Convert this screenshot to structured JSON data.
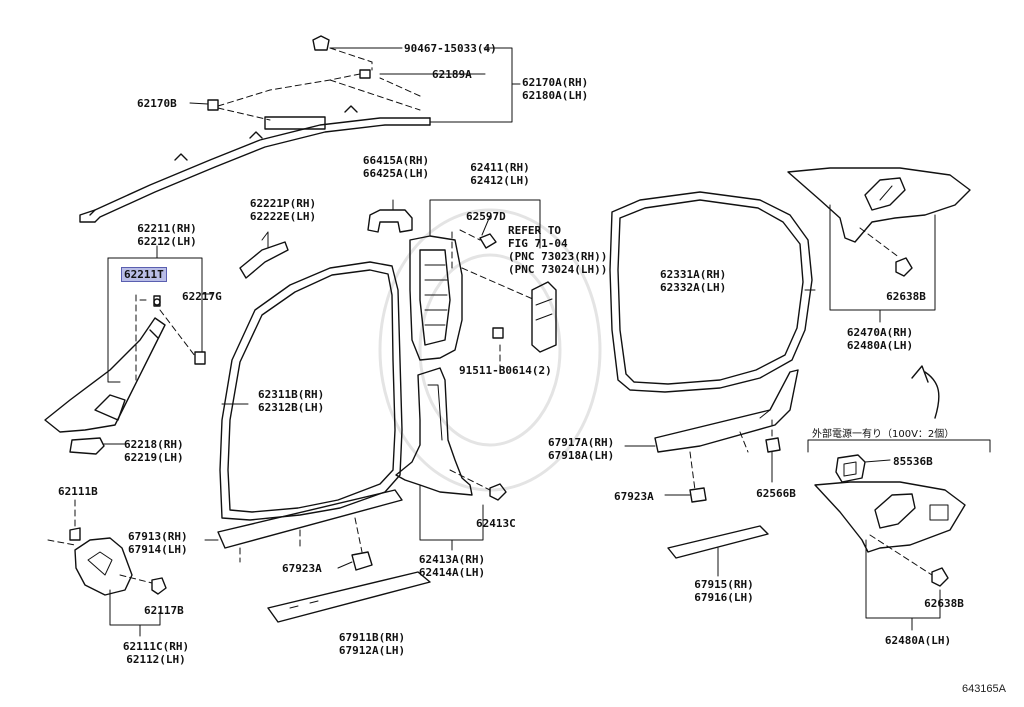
{
  "figure_id": "643165A",
  "highlight_color": "#b9bde6",
  "labels": {
    "p90467": "90467-15033(4)",
    "p62189a": "62189A",
    "p62170a": [
      "62170A(RH)",
      "62180A(LH)"
    ],
    "p62170b": "62170B",
    "p62211": [
      "62211(RH)",
      "62212(LH)"
    ],
    "p62211t": "62211T",
    "p62217g": "62217G",
    "p62218": [
      "62218(RH)",
      "62219(LH)"
    ],
    "p62221p": [
      "62221P(RH)",
      "62222E(LH)"
    ],
    "p66415a": [
      "66415A(RH)",
      "66425A(LH)"
    ],
    "p62411": [
      "62411(RH)",
      "62412(LH)"
    ],
    "p62597d": "62597D",
    "refer": [
      "REFER TO",
      "FIG 71-04",
      "(PNC 73023(RH))",
      "(PNC 73024(LH))"
    ],
    "p91511": "91511-B0614(2)",
    "p62311b": [
      "62311B(RH)",
      "62312B(LH)"
    ],
    "p62331a": [
      "62331A(RH)",
      "62332A(LH)"
    ],
    "p62638b_top": "62638B",
    "p62470a": [
      "62470A(RH)",
      "62480A(LH)"
    ],
    "jp_note": "外部電源一有り（100V：2個）",
    "p85536b": "85536B",
    "p62638b_bot": "62638B",
    "p62480a": "62480A(LH)",
    "p67917a": [
      "67917A(RH)",
      "67918A(LH)"
    ],
    "p67923a_right": "67923A",
    "p62566b": "62566B",
    "p67915": [
      "67915(RH)",
      "67916(LH)"
    ],
    "p62413c": "62413C",
    "p62413a": [
      "62413A(RH)",
      "62414A(LH)"
    ],
    "p67911b": [
      "67911B(RH)",
      "67912A(LH)"
    ],
    "p67923a_left": "67923A",
    "p67913": [
      "67913(RH)",
      "67914(LH)"
    ],
    "p62111b": "62111B",
    "p62117b": "62117B",
    "p62111c": [
      "62111C(RH)",
      "62112(LH)"
    ]
  }
}
